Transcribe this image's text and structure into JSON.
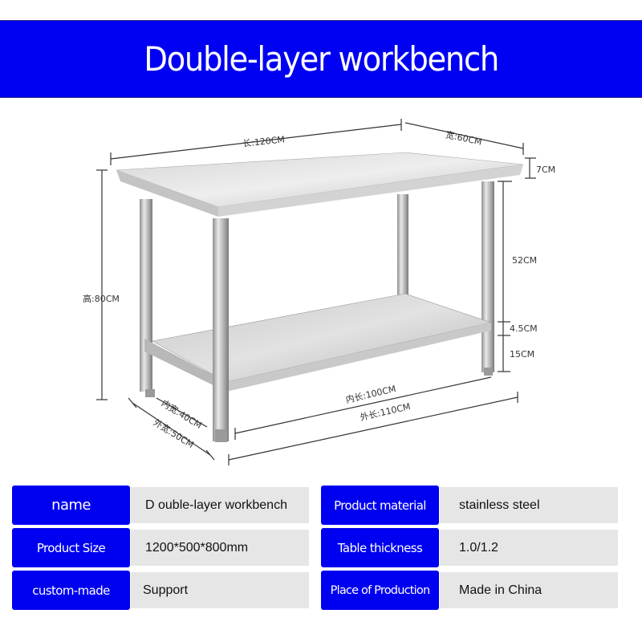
{
  "header": {
    "title": "Double-layer workbench"
  },
  "diagram": {
    "dimensions": {
      "length": "长:120CM",
      "width": "宽:60CM",
      "height": "高:80CM",
      "top_thickness": "7CM",
      "leg_span": "52CM",
      "shelf_thickness": "4.5CM",
      "foot_height": "15CM",
      "inner_length": "内长:100CM",
      "outer_length": "外长:110CM",
      "inner_width": "内宽:40CM",
      "outer_width": "外宽:50CM"
    }
  },
  "specs": {
    "left": [
      {
        "label": "name",
        "value": "D ouble-layer workbench"
      },
      {
        "label": "Product Size",
        "value": "1200*500*800mm"
      },
      {
        "label": "custom-made",
        "value": "Support"
      }
    ],
    "right": [
      {
        "label": "Product material",
        "value": "stainless steel"
      },
      {
        "label": "Table thickness",
        "value": "1.0/1.2"
      },
      {
        "label": "Place of Production",
        "value": "Made in China"
      }
    ]
  },
  "colors": {
    "accent_blue": "#0000f0",
    "value_bg": "#e6e6e6"
  }
}
